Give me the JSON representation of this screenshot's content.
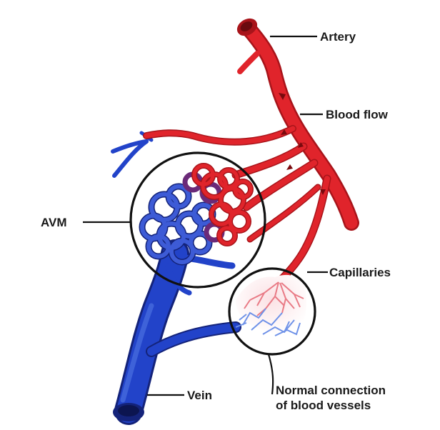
{
  "labels": {
    "artery": "Artery",
    "blood_flow": "Blood flow",
    "avm": "AVM",
    "capillaries": "Capillaries",
    "vein": "Vein",
    "normal_line1": "Normal connection",
    "normal_line2": "of blood vessels"
  },
  "colors": {
    "artery": "#e0242b",
    "artery_dark": "#a8141a",
    "vein": "#2243c9",
    "vein_dark": "#14237a",
    "vein_light": "#4a6fe0",
    "capillary_red": "#e97b86",
    "capillary_blue": "#6f92e8",
    "outline": "#111111"
  }
}
